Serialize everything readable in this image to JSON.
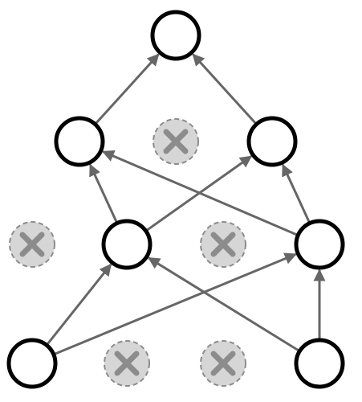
{
  "diagram": {
    "type": "neural-network-dropout",
    "colors": {
      "background": "#ffffff",
      "active_node_fill": "#ffffff",
      "active_node_stroke": "#000000",
      "dropped_node_fill": "#d6d6d6",
      "dropped_node_stroke": "#8c8c8c",
      "dropped_mark": "#8c8c8c",
      "edge": "#666666"
    },
    "layers": [
      {
        "name": "input",
        "nodes": [
          {
            "id": "in-1",
            "state": "active"
          },
          {
            "id": "in-drop-1",
            "state": "dropped"
          },
          {
            "id": "in-drop-2",
            "state": "dropped"
          },
          {
            "id": "in-2",
            "state": "active"
          }
        ]
      },
      {
        "name": "hidden-1",
        "nodes": [
          {
            "id": "h1-drop-1",
            "state": "dropped"
          },
          {
            "id": "h1-1",
            "state": "active"
          },
          {
            "id": "h1-drop-2",
            "state": "dropped"
          },
          {
            "id": "h1-2",
            "state": "active"
          }
        ]
      },
      {
        "name": "hidden-2",
        "nodes": [
          {
            "id": "h2-1",
            "state": "active"
          },
          {
            "id": "h2-drop-1",
            "state": "dropped"
          },
          {
            "id": "h2-2",
            "state": "active"
          }
        ]
      },
      {
        "name": "output",
        "nodes": [
          {
            "id": "out-1",
            "state": "active"
          }
        ]
      }
    ],
    "edges": [
      {
        "from": "in-1",
        "to": "h1-1"
      },
      {
        "from": "in-1",
        "to": "h1-2"
      },
      {
        "from": "in-2",
        "to": "h1-1"
      },
      {
        "from": "in-2",
        "to": "h1-2"
      },
      {
        "from": "h1-1",
        "to": "h2-1"
      },
      {
        "from": "h1-1",
        "to": "h2-2"
      },
      {
        "from": "h1-2",
        "to": "h2-1"
      },
      {
        "from": "h1-2",
        "to": "h2-2"
      },
      {
        "from": "h2-1",
        "to": "out-1"
      },
      {
        "from": "h2-2",
        "to": "out-1"
      }
    ]
  }
}
